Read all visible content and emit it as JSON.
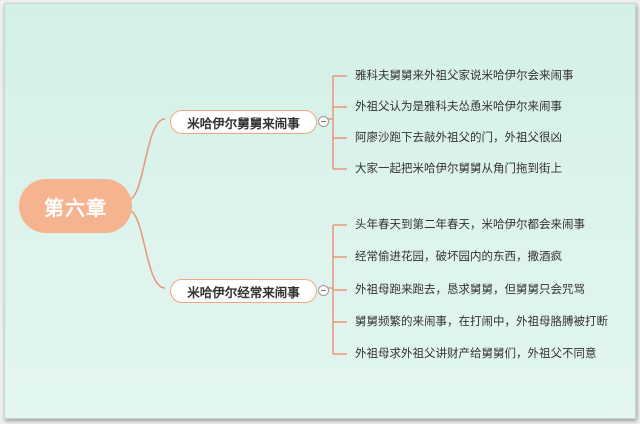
{
  "root": {
    "label": "第六章"
  },
  "branches": [
    {
      "label": "米哈伊尔舅舅来闹事",
      "leaves": [
        "雅科夫舅舅来外祖父家说米哈伊尔会来闹事",
        "外祖父认为是雅科夫怂恿米哈伊尔来闹事",
        "阿廖沙跑下去敲外祖父的门，外祖父很凶",
        "大家一起把米哈伊尔舅舅从角门拖到街上"
      ]
    },
    {
      "label": "米哈伊尔经常来闹事",
      "leaves": [
        "头年春天到第二年春天，米哈伊尔都会来闹事",
        "经常偷进花园，破坏园内的东西，撒酒疯",
        "外祖母跑来跑去，恳求舅舅，但舅舅只会咒骂",
        "舅舅频繁的来闹事，在打闹中，外祖母胳膊被打断",
        "外祖母求外祖父讲财产给舅舅们，外祖父不同意"
      ]
    }
  ],
  "colors": {
    "root_fill": "#f6b38f",
    "branch_border": "#f0a880",
    "line": "#e9967a",
    "background": "#d8f2ea"
  }
}
